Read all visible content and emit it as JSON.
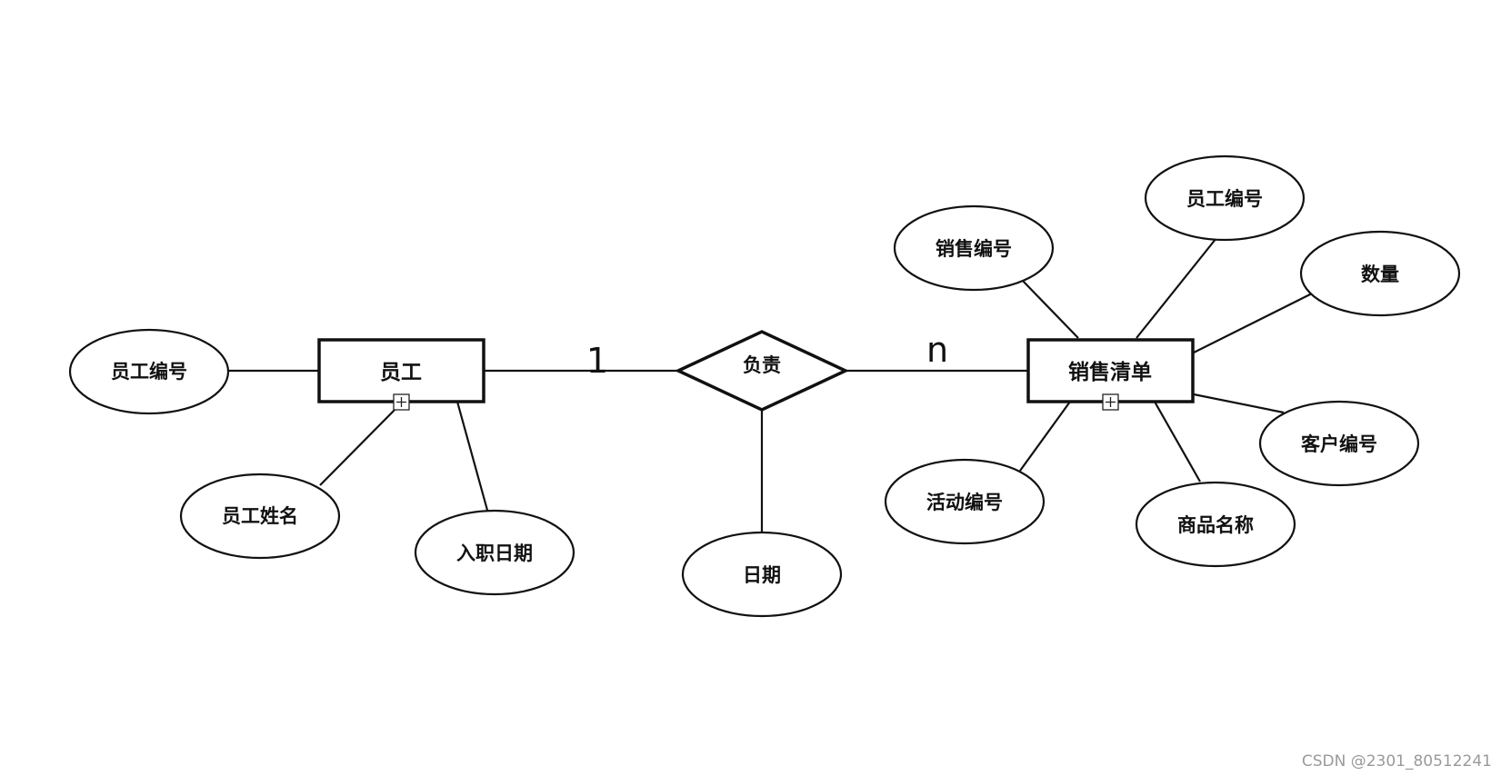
{
  "entities": {
    "employee": {
      "label": "员工"
    },
    "sales_list": {
      "label": "销售清单"
    }
  },
  "relationship": {
    "label": "负责"
  },
  "cardinality": {
    "left": "1",
    "right": "n"
  },
  "employee_attributes": {
    "id": "员工编号",
    "name": "员工姓名",
    "hire_date": "入职日期"
  },
  "relationship_attributes": {
    "date": "日期"
  },
  "sales_attributes": {
    "sale_id": "销售编号",
    "employee_id": "员工编号",
    "quantity": "数量",
    "customer_id": "客户编号",
    "product_name": "商品名称",
    "activity_id": "活动编号"
  },
  "watermark": "CSDN @2301_80512241"
}
